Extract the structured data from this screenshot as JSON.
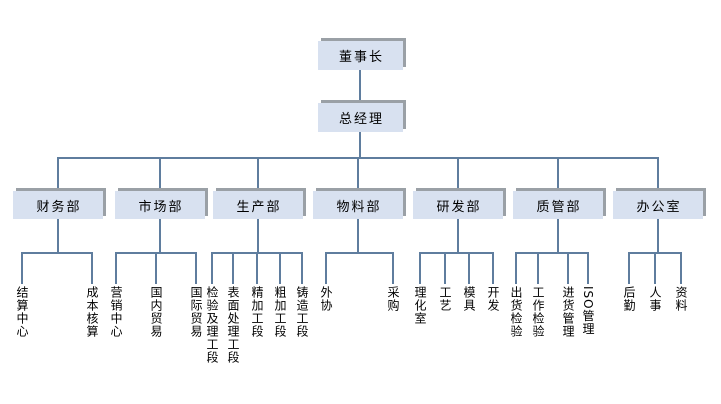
{
  "colors": {
    "node_fill": "#d8e1f0",
    "node_shadow": "#9aa0a6",
    "connector": "#5f7d9e",
    "text": "#000000"
  },
  "org_chart": {
    "chairman": {
      "label": "董事长"
    },
    "general_manager": {
      "label": "总经理"
    },
    "departments": [
      {
        "label": "财务部",
        "children": [
          "结算中心",
          "成本核算"
        ]
      },
      {
        "label": "市场部",
        "children": [
          "营销中心",
          "国内贸易",
          "国际贸易"
        ]
      },
      {
        "label": "生产部",
        "children": [
          "检验及理工段",
          "表面处理工段",
          "精加工段",
          "粗加工段",
          "铸造工段"
        ]
      },
      {
        "label": "物料部",
        "children": [
          "外协",
          "采购"
        ]
      },
      {
        "label": "研发部",
        "children": [
          "理化室",
          "工艺",
          "模具",
          "开发"
        ]
      },
      {
        "label": "质管部",
        "children": [
          "出货检验",
          "工作检验",
          "进货管理",
          "ISO管理"
        ]
      },
      {
        "label": "办公室",
        "children": [
          "后勤",
          "人事",
          "资料"
        ]
      }
    ]
  }
}
